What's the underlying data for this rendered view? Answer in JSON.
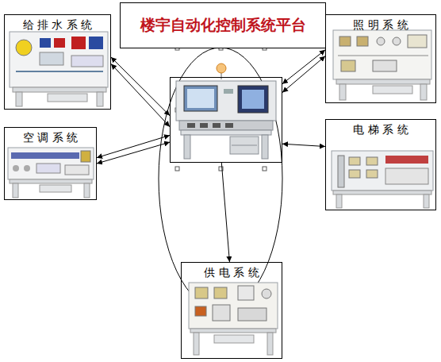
{
  "diagram": {
    "nodes": [
      {
        "text": [
          "楼宇自动化控制系统平台"
        ]
      },
      {
        "text": [
          "给 排 水 系 统"
        ]
      },
      {
        "text": [
          "照 明 系 统"
        ]
      },
      {
        "text": [
          "空 调 系 统"
        ]
      },
      {
        "text": [
          "电 梯 系 统"
        ]
      },
      {
        "text": [
          "供 电 系 统"
        ]
      }
    ],
    "edges": [
      {
        "from": 0,
        "to": 1,
        "arrow": "both"
      },
      {
        "from": 0,
        "to": 1,
        "arrow": "both"
      },
      {
        "from": 0,
        "to": 2,
        "arrow": "both"
      },
      {
        "from": 0,
        "to": 2,
        "arrow": "both"
      },
      {
        "from": 0,
        "to": 3,
        "arrow": "both"
      },
      {
        "from": 0,
        "to": 3,
        "arrow": "both"
      },
      {
        "from": 0,
        "to": 4,
        "arrow": "both"
      },
      {
        "from": 0,
        "to": 5,
        "arrow": "to"
      }
    ]
  }
}
